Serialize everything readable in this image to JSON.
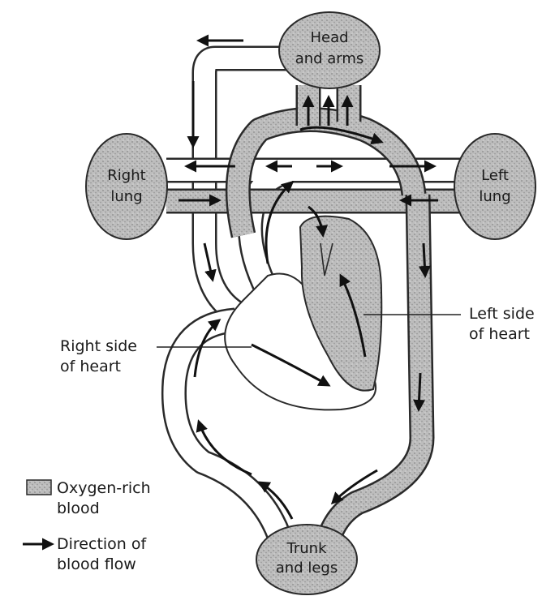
{
  "organs": {
    "head": [
      "Head",
      "and arms"
    ],
    "right_lung": [
      "Right",
      "lung"
    ],
    "left_lung": [
      "Left",
      "lung"
    ],
    "trunk": [
      "Trunk",
      "and legs"
    ]
  },
  "callouts": {
    "left_heart": [
      "Left side",
      "of heart"
    ],
    "right_heart": [
      "Right side",
      "of heart"
    ]
  },
  "legend": {
    "oxygen_rich": [
      "Oxygen-rich",
      "blood"
    ],
    "direction": [
      "Direction of",
      "blood flow"
    ]
  },
  "colors": {
    "oxygen_rich_fill": "#b9b9b9",
    "deoxygenated_fill": "#ffffff",
    "outline": "#2a2a2a"
  }
}
